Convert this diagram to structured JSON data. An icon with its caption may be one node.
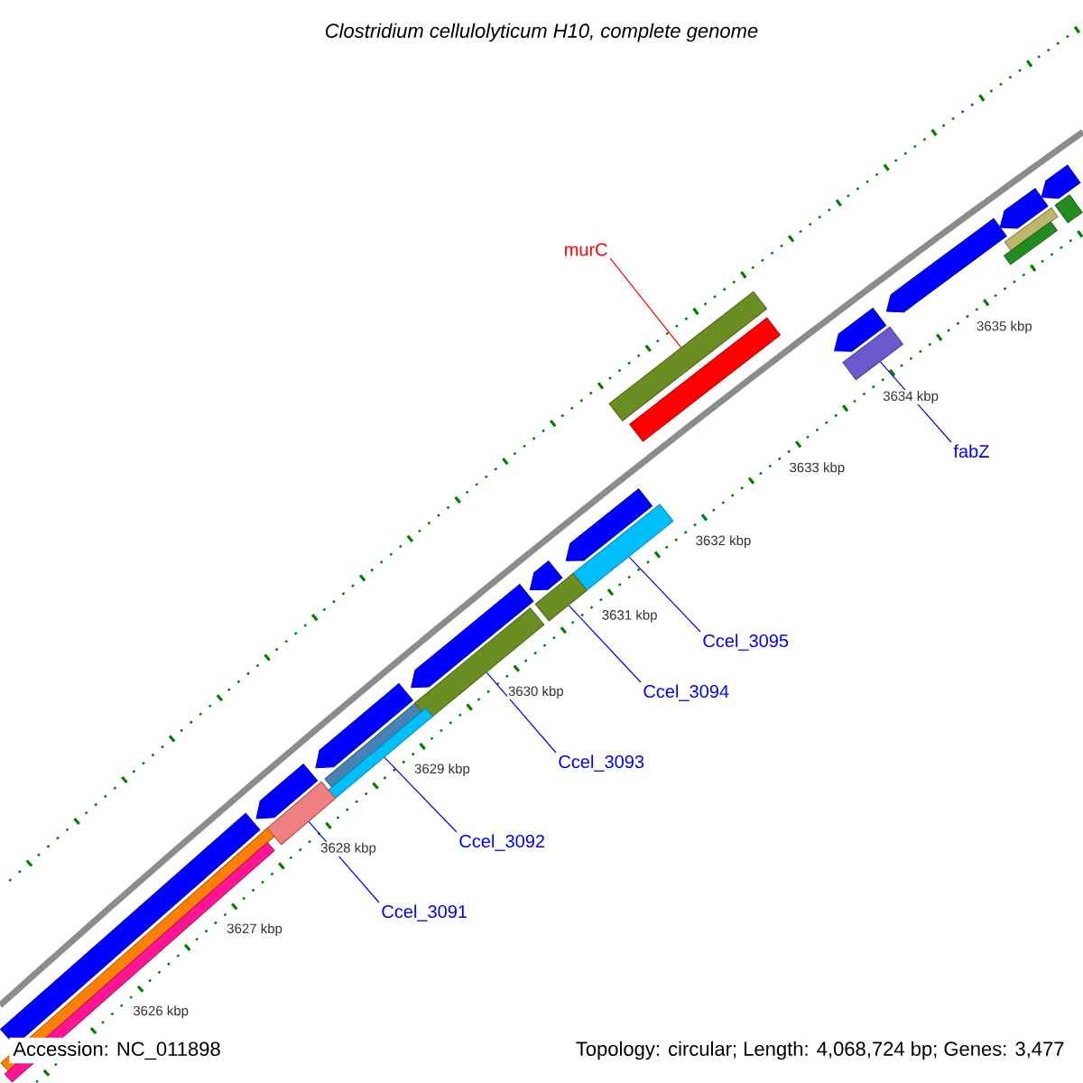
{
  "diagram": {
    "title": "Clostridium cellulolyticum H10, complete genome",
    "nodes": [
      {
        "text": [
          "murC"
        ]
      },
      {
        "text": [
          "fabZ"
        ]
      },
      {
        "text": [
          "Ccel_3095"
        ]
      },
      {
        "text": [
          "Ccel_3094"
        ]
      },
      {
        "text": [
          "Ccel_3093"
        ]
      },
      {
        "text": [
          "Ccel_3092"
        ]
      },
      {
        "text": [
          "Ccel_3091"
        ]
      },
      {
        "text": [],
        "shape": "bar"
      },
      {
        "text": [],
        "shape": "bar"
      },
      {
        "text": [],
        "shape": "bar"
      },
      {
        "text": [],
        "shape": "bar"
      },
      {
        "text": [],
        "shape": "bar"
      },
      {
        "text": [],
        "shape": "bar"
      },
      {
        "text": [],
        "shape": "bar"
      },
      {
        "text": [],
        "shape": "bar"
      }
    ],
    "edges": [
      {
        "from": 0,
        "to": 7,
        "arrow": "none",
        "color": "#ff0000"
      },
      {
        "from": 1,
        "to": 8,
        "arrow": "none"
      },
      {
        "from": 2,
        "to": 9,
        "arrow": "none"
      },
      {
        "from": 3,
        "to": 10,
        "arrow": "none"
      },
      {
        "from": 4,
        "to": 11,
        "arrow": "none"
      },
      {
        "from": 5,
        "to": 12,
        "arrow": "none"
      },
      {
        "from": 6,
        "to": 13,
        "arrow": "none"
      }
    ],
    "labels": [
      "3635 kbp",
      "3634 kbp",
      "3633 kbp",
      "3632 kbp",
      "3631 kbp",
      "3630 kbp",
      "3629 kbp",
      "3628 kbp",
      "3627 kbp",
      "3626 kbp",
      "Accession: NC_011898",
      "Topology: circular; Length: 4,068,724 bp; Genes: 3,477"
    ]
  }
}
